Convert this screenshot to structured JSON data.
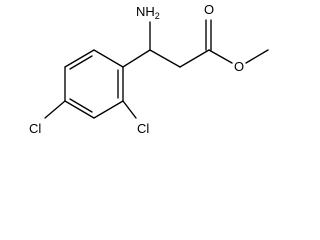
{
  "molecule": {
    "labels": {
      "amine": "NH2",
      "amine_main": "NH",
      "amine_subscript": "2",
      "carbonyl_oxygen": "O",
      "ester_oxygen": "O",
      "chlorine_para": "Cl",
      "chlorine_ortho": "Cl"
    }
  }
}
